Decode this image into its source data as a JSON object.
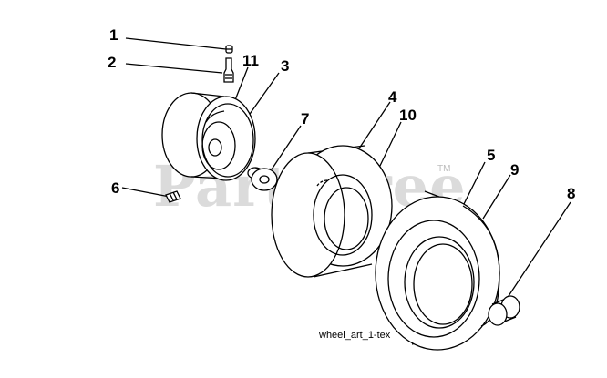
{
  "callouts": {
    "c1": "1",
    "c2": "2",
    "c3": "3",
    "c4": "4",
    "c5": "5",
    "c6": "6",
    "c7": "7",
    "c8": "8",
    "c9": "9",
    "c10": "10",
    "c11": "11"
  },
  "caption": "wheel_art_1-tex",
  "watermark": "PartsTree",
  "watermark_tm": "TM",
  "colors": {
    "line": "#000000",
    "watermark": "#cfcfcf",
    "background": "#ffffff"
  }
}
